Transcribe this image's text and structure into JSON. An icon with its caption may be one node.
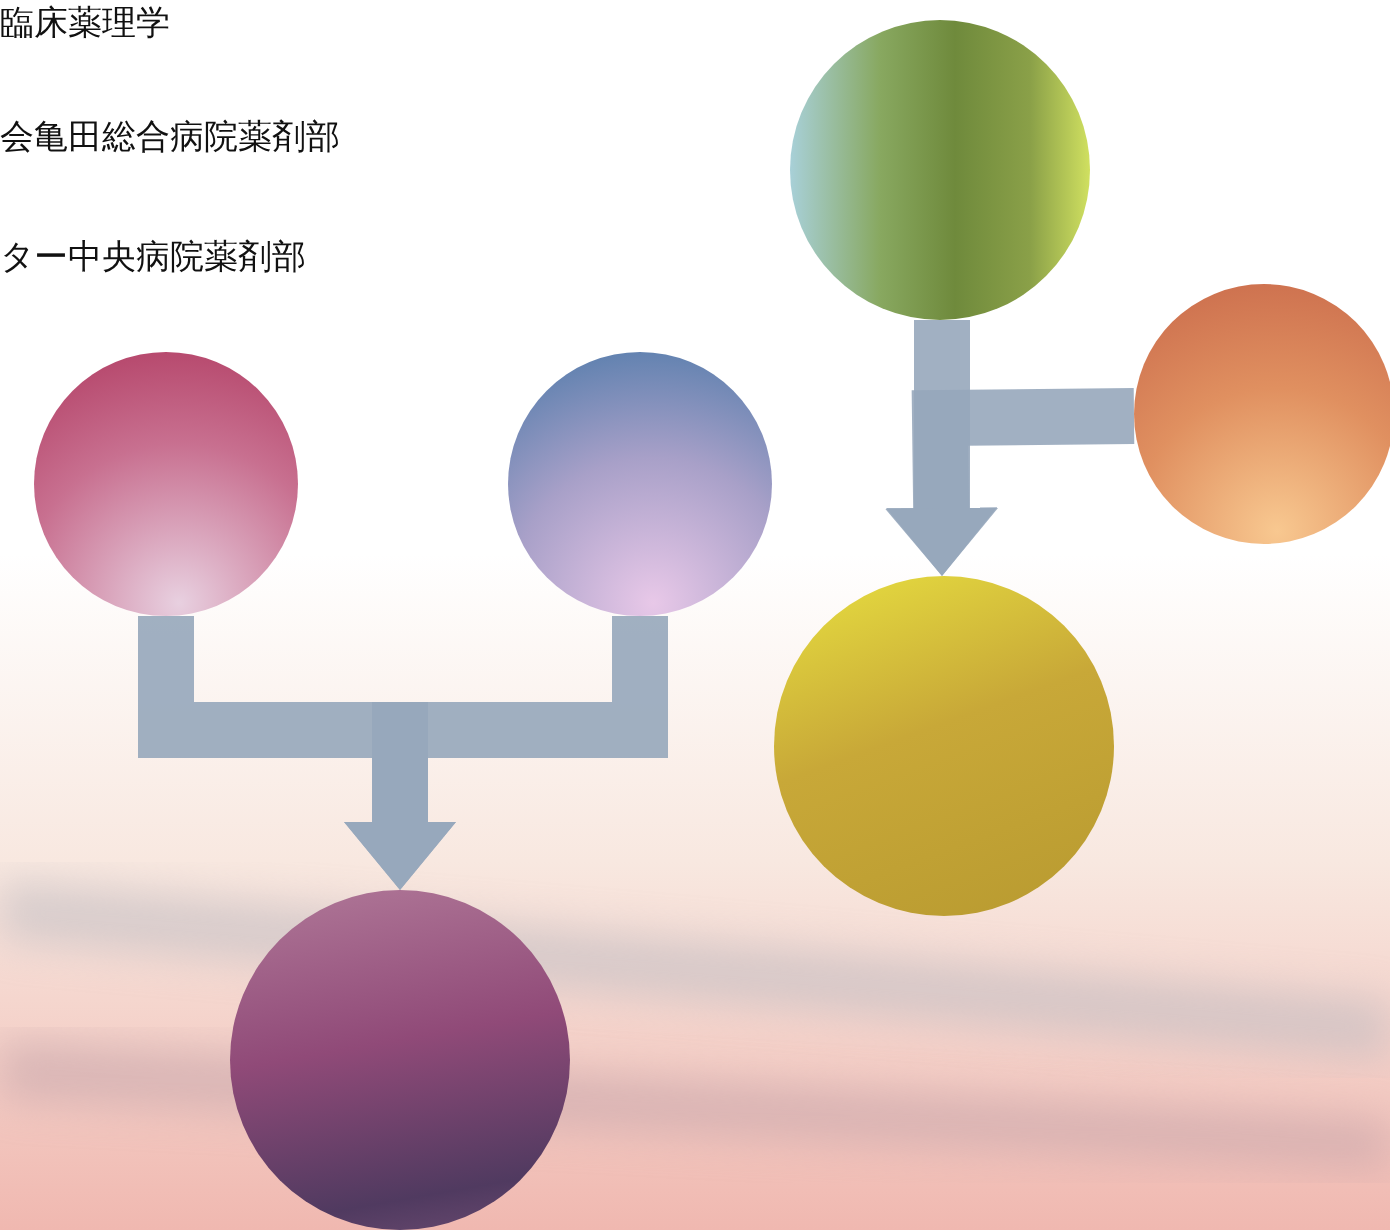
{
  "diagram": {
    "nodes": [
      {
        "text": [],
        "shape": "circle"
      },
      {
        "text": [],
        "shape": "circle"
      },
      {
        "text": [],
        "shape": "circle"
      },
      {
        "text": [],
        "shape": "circle"
      },
      {
        "text": [],
        "shape": "circle"
      },
      {
        "text": [],
        "shape": "circle"
      }
    ],
    "edges": [
      {
        "from": 0,
        "to": 4,
        "arrow": "to"
      },
      {
        "from": 1,
        "to": 4,
        "arrow": "to"
      },
      {
        "from": 2,
        "to": 5,
        "arrow": "to"
      },
      {
        "from": 3,
        "to": 5,
        "arrow": "to"
      }
    ],
    "labels": [
      "臨床薬理学",
      "会亀田総合病院薬剤部",
      "ター中央病院薬剤部"
    ]
  }
}
